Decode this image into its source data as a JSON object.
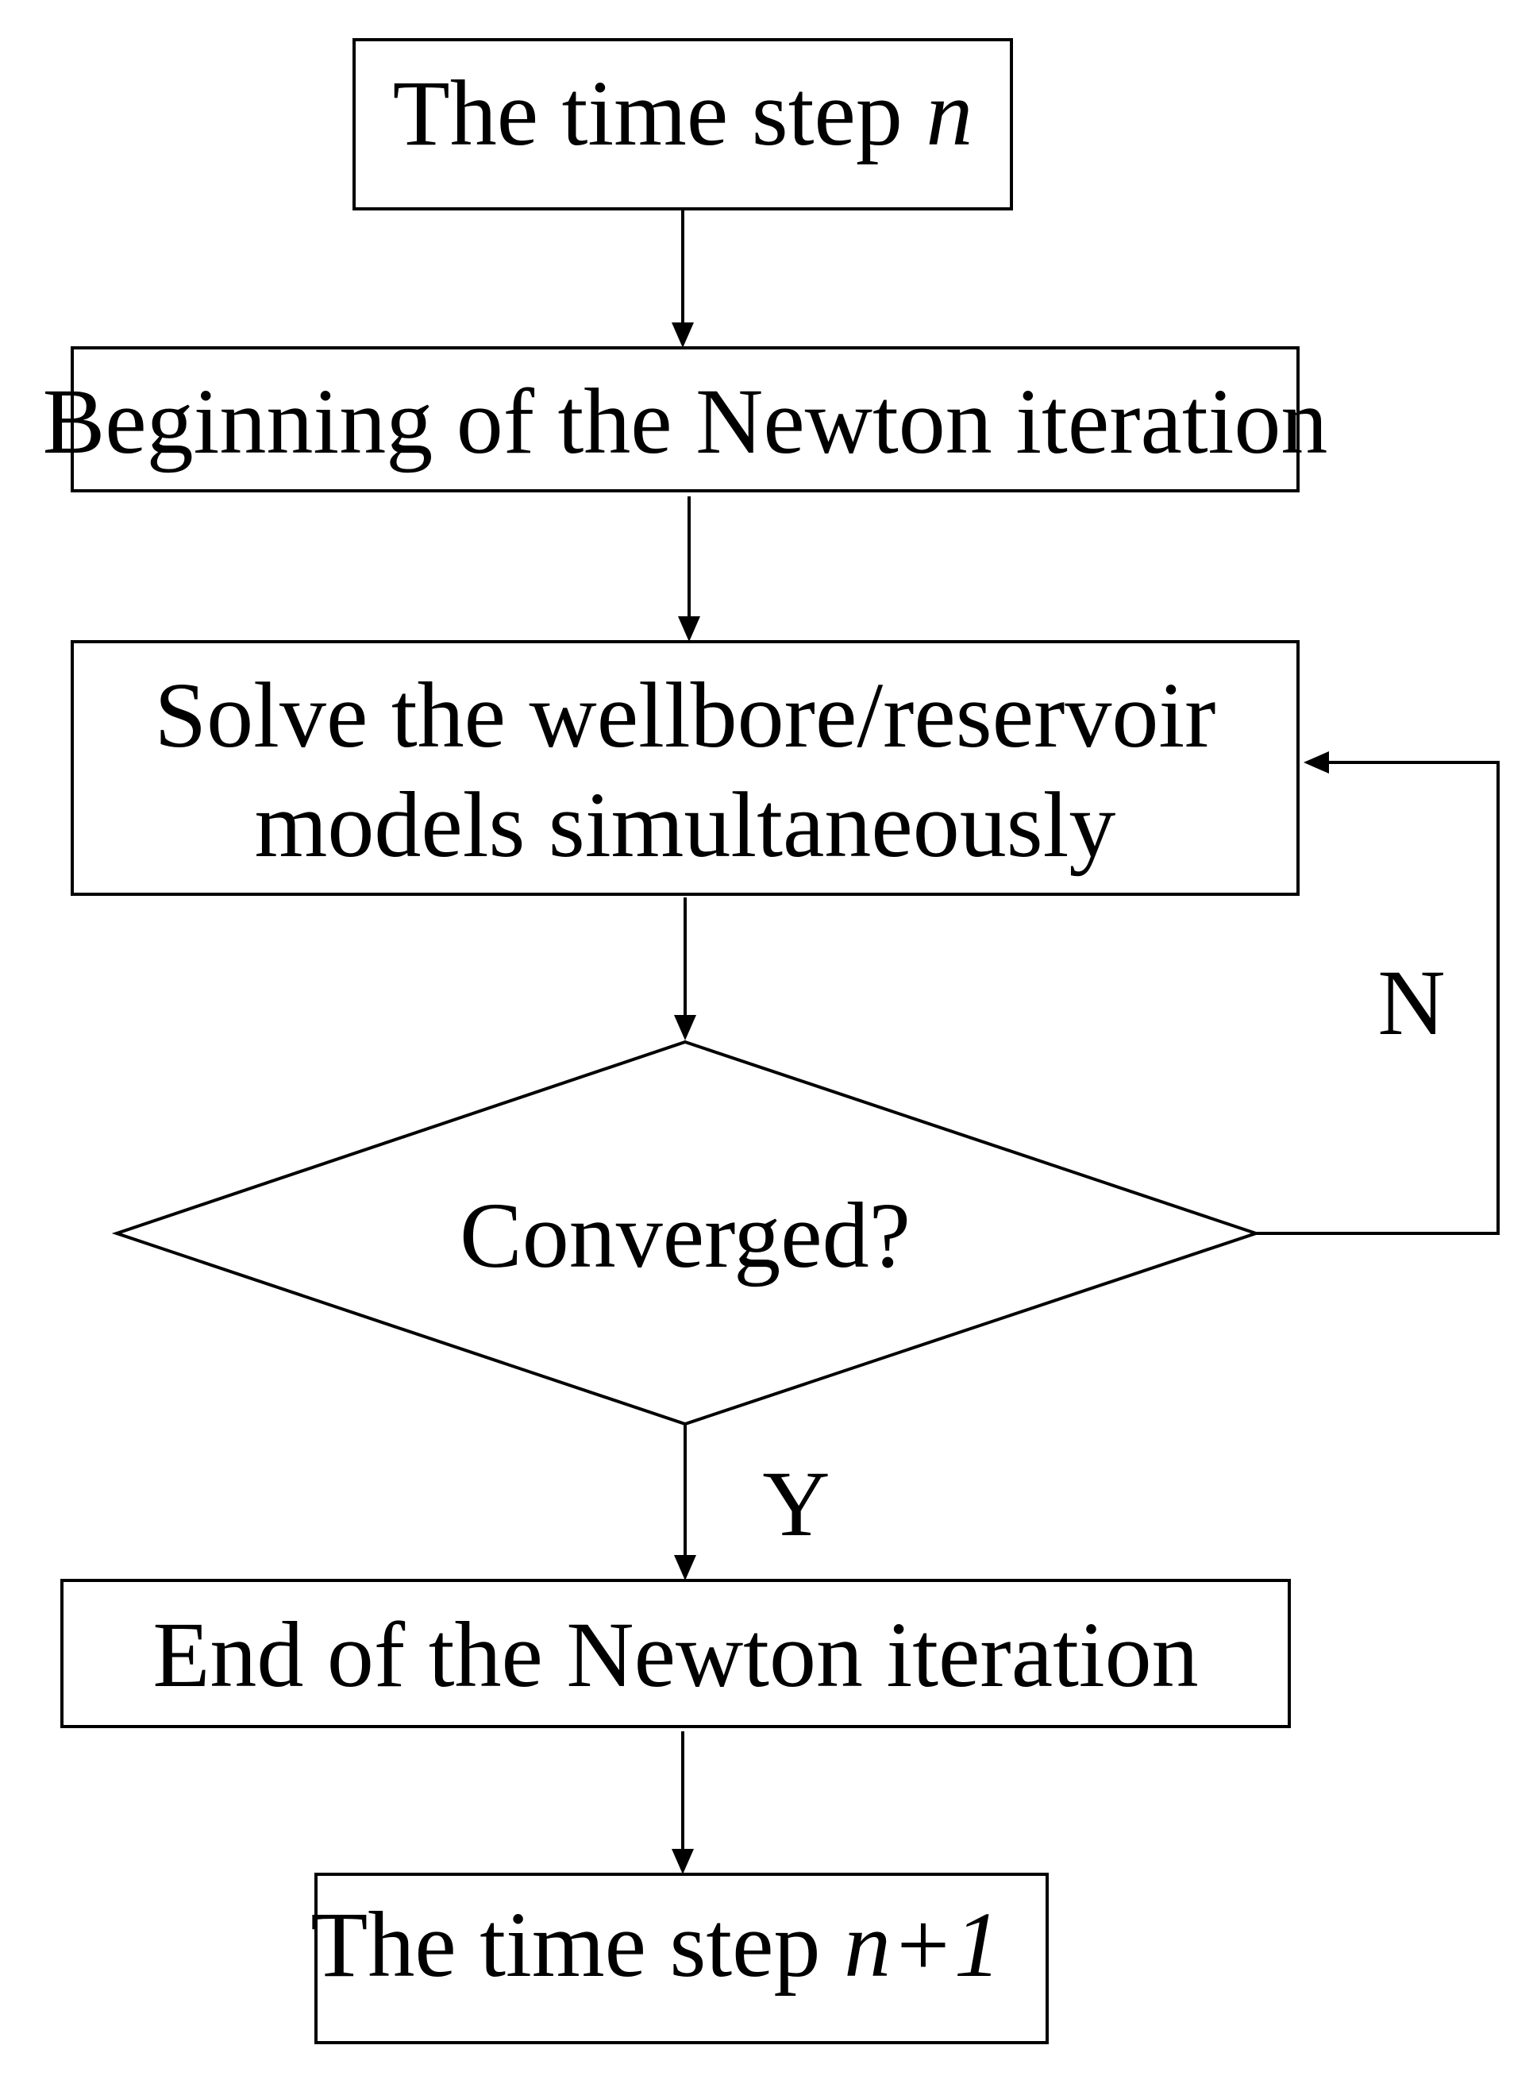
{
  "nodes": {
    "start": {
      "text": "The time step ",
      "var": "n"
    },
    "newton_begin": {
      "text": "Beginning of the Newton iteration"
    },
    "solve": {
      "line1": "Solve the wellbore/reservoir",
      "line2": "models simultaneously"
    },
    "decision": {
      "text": "Converged?"
    },
    "newton_end": {
      "text": "End of the Newton iteration"
    },
    "next": {
      "text": "The time step ",
      "var": "n+1"
    }
  },
  "edges": {
    "no_label": "N",
    "yes_label": "Y"
  },
  "colors": {
    "stroke": "#000000",
    "background": "#ffffff"
  }
}
